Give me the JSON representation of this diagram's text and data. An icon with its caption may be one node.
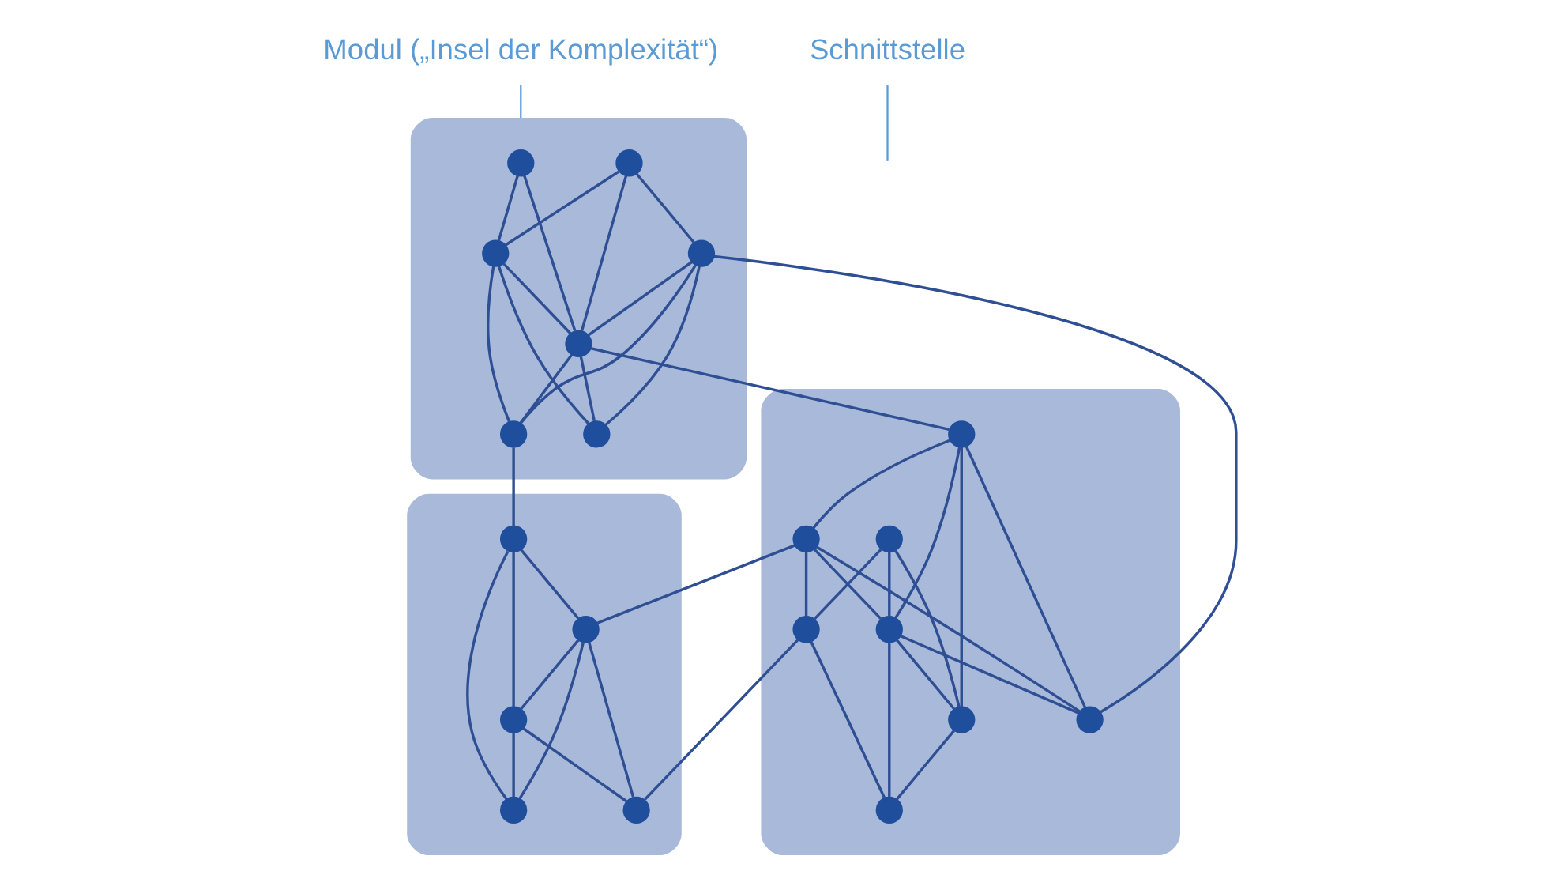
{
  "diagram": {
    "nodes": [
      {
        "text": [],
        "shape": "blob"
      },
      {
        "text": [],
        "shape": "circle",
        "in": 0
      },
      {
        "text": [],
        "shape": "circle",
        "in": 0
      },
      {
        "text": [],
        "shape": "circle",
        "in": 0
      },
      {
        "text": [],
        "shape": "circle",
        "in": 0
      },
      {
        "text": [],
        "shape": "circle",
        "in": 0
      },
      {
        "text": [],
        "shape": "circle",
        "in": 0
      },
      {
        "text": [],
        "shape": "circle",
        "in": 0
      },
      {
        "text": [],
        "shape": "blob"
      },
      {
        "text": [],
        "shape": "circle",
        "in": 8
      },
      {
        "text": [],
        "shape": "circle",
        "in": 8
      },
      {
        "text": [],
        "shape": "circle",
        "in": 8
      },
      {
        "text": [],
        "shape": "circle",
        "in": 8
      },
      {
        "text": [],
        "shape": "circle",
        "in": 8
      },
      {
        "text": [],
        "shape": "circle",
        "in": 8
      },
      {
        "text": [],
        "shape": "circle",
        "in": 8
      },
      {
        "text": [],
        "shape": "circle",
        "in": 8
      },
      {
        "text": [],
        "shape": "blob"
      },
      {
        "text": [],
        "shape": "circle",
        "in": 17
      },
      {
        "text": [],
        "shape": "circle",
        "in": 17
      },
      {
        "text": [],
        "shape": "circle",
        "in": 17
      },
      {
        "text": [],
        "shape": "circle",
        "in": 17
      },
      {
        "text": [],
        "shape": "circle",
        "in": 17
      },
      {
        "text": [
          "Modul („Insel der Komplexität“)"
        ]
      },
      {
        "text": [
          "Schnittstelle"
        ]
      }
    ],
    "edges": [
      {
        "from": 1,
        "to": 3,
        "arrow": "none"
      },
      {
        "from": 1,
        "to": 4,
        "arrow": "none"
      },
      {
        "from": 2,
        "to": 3,
        "arrow": "none"
      },
      {
        "from": 2,
        "to": 4,
        "arrow": "none"
      },
      {
        "from": 2,
        "to": 5,
        "arrow": "none"
      },
      {
        "from": 3,
        "to": 4,
        "arrow": "none"
      },
      {
        "from": 3,
        "to": 7,
        "arrow": "none"
      },
      {
        "from": 3,
        "to": 6,
        "arrow": "none"
      },
      {
        "from": 5,
        "to": 4,
        "arrow": "none"
      },
      {
        "from": 5,
        "to": 6,
        "arrow": "none"
      },
      {
        "from": 5,
        "to": 7,
        "arrow": "none"
      },
      {
        "from": 4,
        "to": 6,
        "arrow": "none"
      },
      {
        "from": 4,
        "to": 7,
        "arrow": "none"
      },
      {
        "from": 4,
        "to": 9,
        "arrow": "none"
      },
      {
        "from": 5,
        "to": 13,
        "arrow": "none"
      },
      {
        "from": 6,
        "to": 18,
        "arrow": "none"
      },
      {
        "from": 9,
        "to": 10,
        "arrow": "none"
      },
      {
        "from": 9,
        "to": 12,
        "arrow": "none"
      },
      {
        "from": 9,
        "to": 13,
        "arrow": "none"
      },
      {
        "from": 9,
        "to": 14,
        "arrow": "none"
      },
      {
        "from": 10,
        "to": 12,
        "arrow": "none"
      },
      {
        "from": 10,
        "to": 13,
        "arrow": "none"
      },
      {
        "from": 10,
        "to": 15,
        "arrow": "none"
      },
      {
        "from": 10,
        "to": 20,
        "arrow": "none"
      },
      {
        "from": 11,
        "to": 12,
        "arrow": "none"
      },
      {
        "from": 11,
        "to": 14,
        "arrow": "none"
      },
      {
        "from": 11,
        "to": 15,
        "arrow": "none"
      },
      {
        "from": 12,
        "to": 13,
        "arrow": "none"
      },
      {
        "from": 12,
        "to": 14,
        "arrow": "none"
      },
      {
        "from": 12,
        "to": 16,
        "arrow": "none"
      },
      {
        "from": 14,
        "to": 16,
        "arrow": "none"
      },
      {
        "from": 15,
        "to": 16,
        "arrow": "none"
      },
      {
        "from": 15,
        "to": 22,
        "arrow": "none"
      },
      {
        "from": 18,
        "to": 20,
        "arrow": "none"
      },
      {
        "from": 18,
        "to": 19,
        "arrow": "none"
      },
      {
        "from": 18,
        "to": 21,
        "arrow": "none"
      },
      {
        "from": 20,
        "to": 19,
        "arrow": "none"
      },
      {
        "from": 20,
        "to": 21,
        "arrow": "none"
      },
      {
        "from": 20,
        "to": 22,
        "arrow": "none"
      },
      {
        "from": 19,
        "to": 21,
        "arrow": "none"
      },
      {
        "from": 19,
        "to": 22,
        "arrow": "none"
      },
      {
        "from": 23,
        "to": 0,
        "arrow": "none",
        "color": "#5b9bd5"
      },
      {
        "from": 24,
        "to": null,
        "arrow": "none",
        "color": "#5b9bd5"
      }
    ]
  }
}
